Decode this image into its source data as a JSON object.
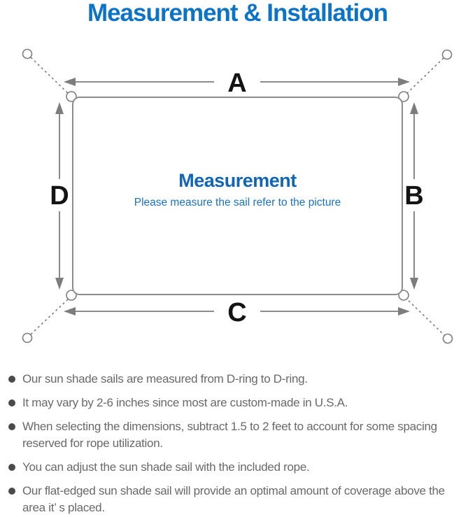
{
  "page": {
    "title": "Measurement & Installation"
  },
  "diagram": {
    "center_heading": "Measurement",
    "center_subtitle": "Please measure the sail refer to the picture",
    "labels": {
      "top": "A",
      "right": "B",
      "bottom": "C",
      "left": "D"
    },
    "colors": {
      "title_blue": "#0d73c6",
      "center_heading_blue": "#1065b4",
      "center_subtitle_blue": "#1b72c3",
      "line_gray": "#7d7d7d",
      "sail_border_gray": "#8c8c8c",
      "label_black": "#141414",
      "note_text_gray": "#696969"
    }
  },
  "notes": {
    "items": [
      {
        "text": "Our sun shade sails are measured from D-ring to D-ring."
      },
      {
        "text": "It may vary by 2-6 inches since most are custom-made in U.S.A."
      },
      {
        "text": "When selecting the dimensions, subtract 1.5 to 2 feet to account for some spacing reserved for rope utilization."
      },
      {
        "text": "You can adjust the sun shade sail with the included rope."
      },
      {
        "text": "Our flat-edged sun shade sail will provide an optimal amount of coverage above the area it’ s placed."
      }
    ]
  }
}
